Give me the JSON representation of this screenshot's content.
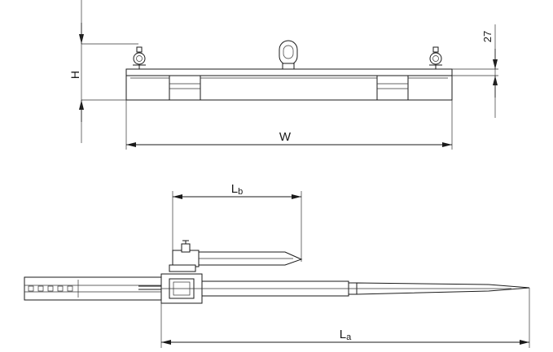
{
  "labels": {
    "height": "H",
    "width": "W",
    "thickness": "27",
    "reach_main": "L",
    "reach_main_sub": "a",
    "reach_short": "L",
    "reach_short_sub": "b"
  },
  "colors": {
    "line": "#1a1a1a",
    "background": "#ffffff"
  }
}
